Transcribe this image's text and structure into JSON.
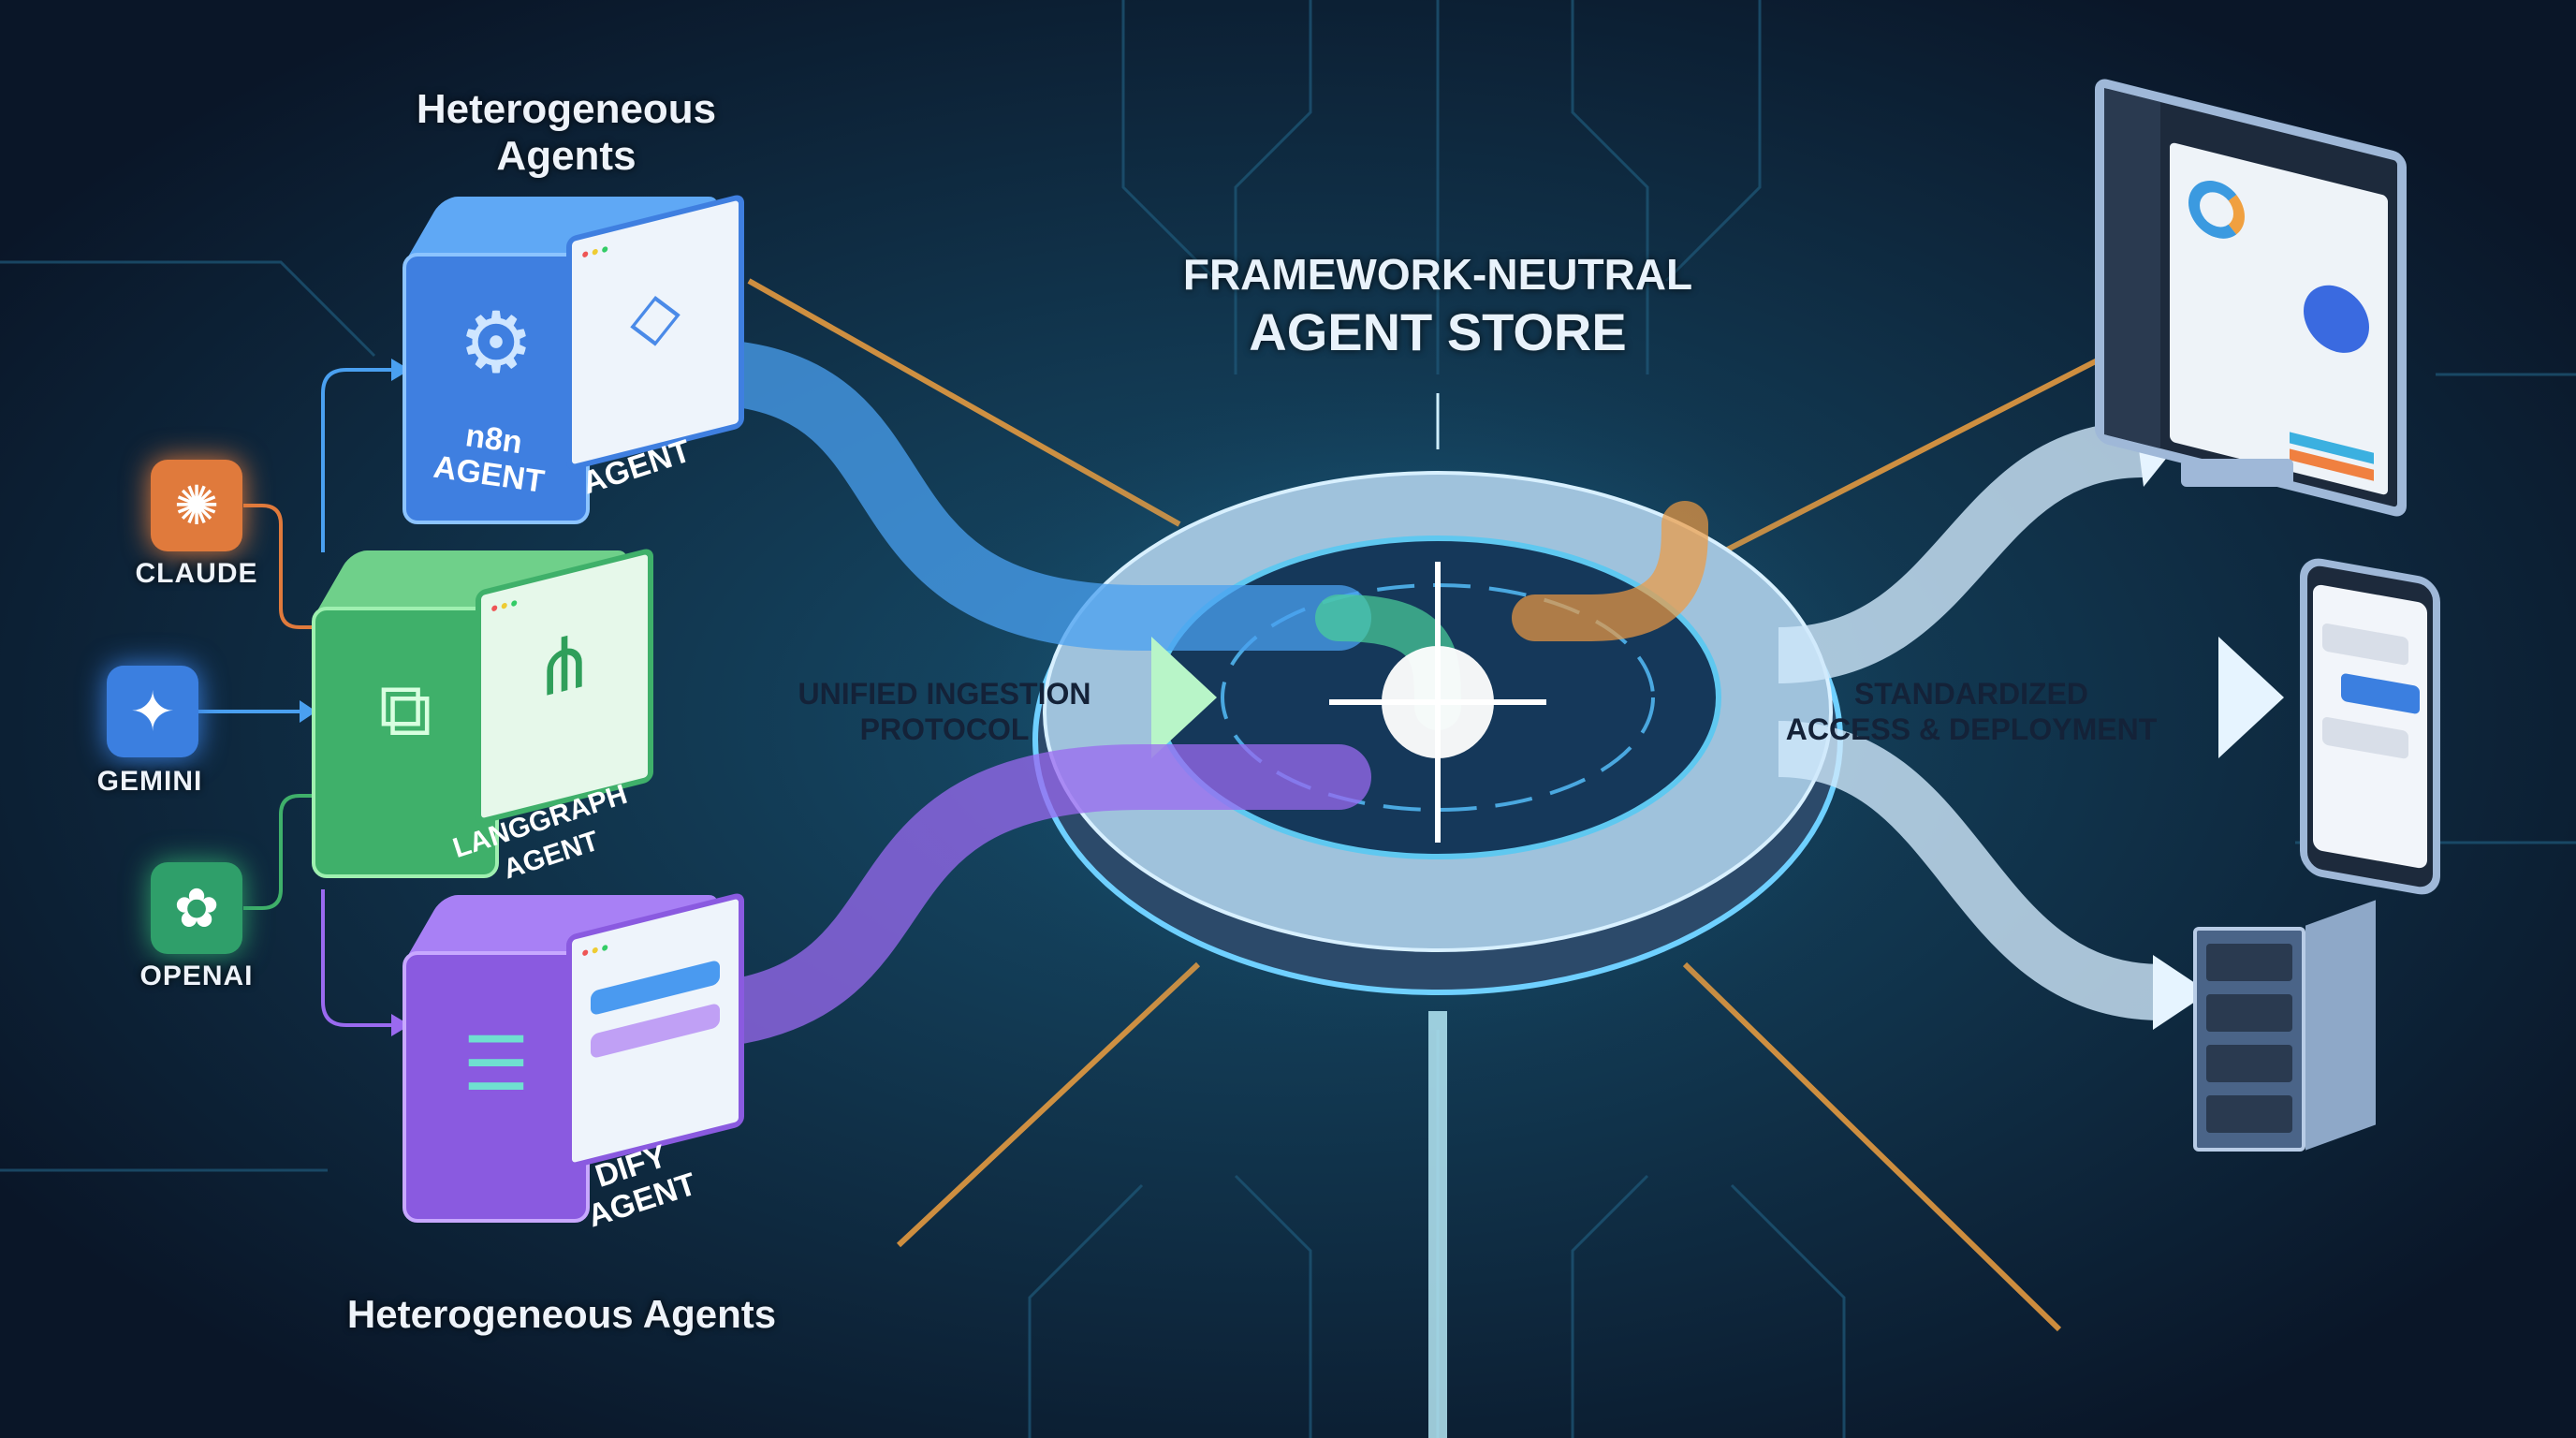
{
  "title": {
    "line1": "FRAMEWORK-NEUTRAL",
    "line2": "AGENT STORE"
  },
  "top_label": {
    "line1": "Heterogeneous",
    "line2": "Agents"
  },
  "bottom_label": "Heterogeneous Agents",
  "models": [
    {
      "name": "CLAUDE",
      "icon": "claude-burst-icon",
      "color": "#e07a3c"
    },
    {
      "name": "GEMINI",
      "icon": "gemini-sparkle-icon",
      "color": "#3b7fe0"
    },
    {
      "name": "OPENAI",
      "icon": "openai-knot-icon",
      "color": "#2f9f6a"
    }
  ],
  "agents": [
    {
      "front": "n8n AGENT",
      "side": "AGENT",
      "color": "#3f7fe0"
    },
    {
      "front": "",
      "side": "LANGGRAPH AGENT",
      "color": "#3fb06a"
    },
    {
      "front": "",
      "side": "DIFY AGENT",
      "color": "#8a5ae0"
    }
  ],
  "ingestion": {
    "line1": "UNIFIED INGESTION",
    "line2": "PROTOCOL"
  },
  "deployment": {
    "line1": "STANDARDIZED",
    "line2": "ACCESS & DEPLOYMENT"
  },
  "targets": [
    "desktop-monitor",
    "mobile-phone",
    "server"
  ]
}
